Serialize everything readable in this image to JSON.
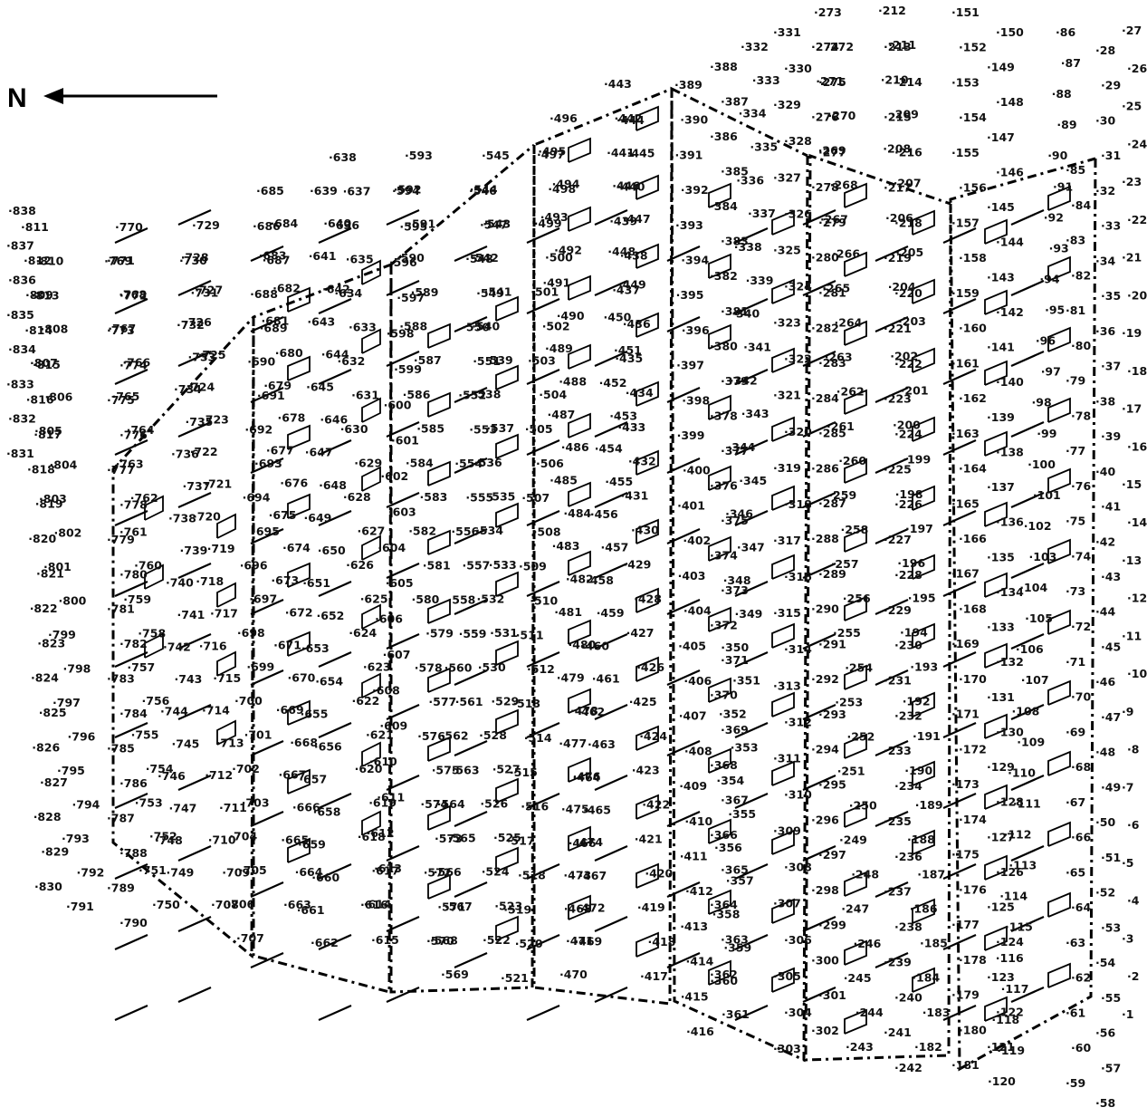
{
  "north_label": "N",
  "colors": {
    "ink": "#111111",
    "background": "#ffffff"
  },
  "numbering": {
    "start": 1,
    "end": 838,
    "prefix": "·"
  }
}
